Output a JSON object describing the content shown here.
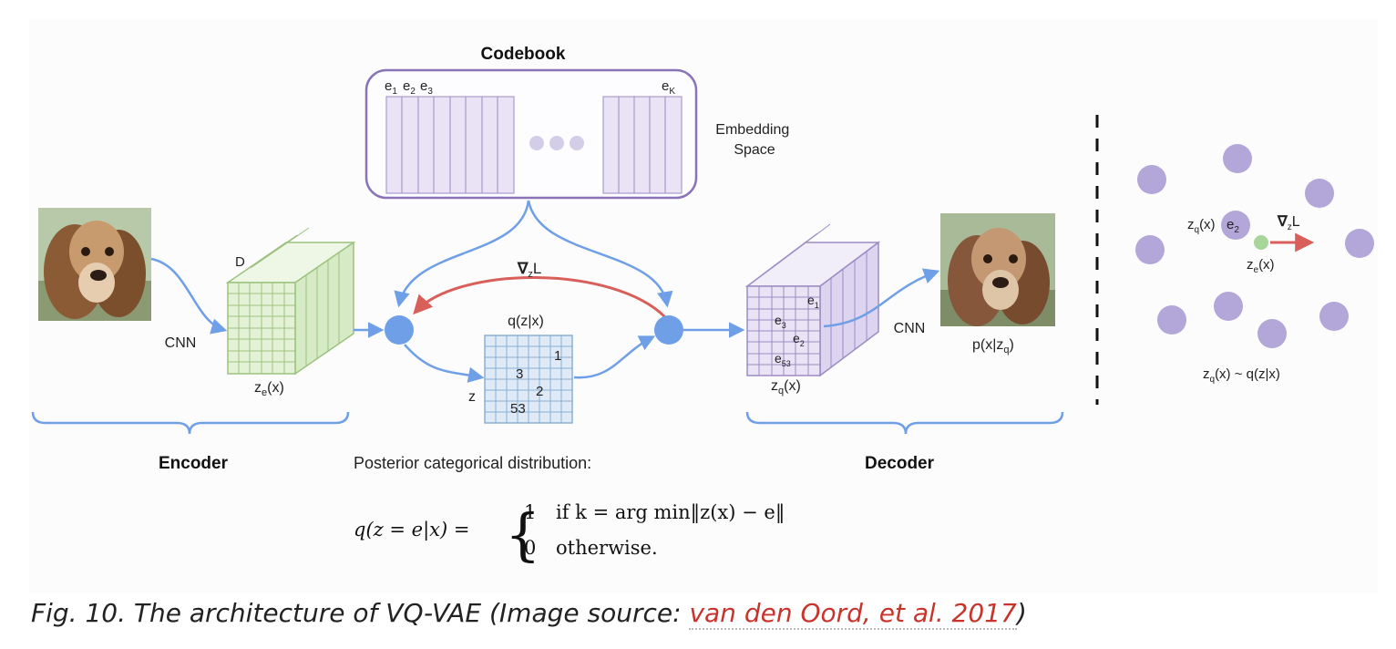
{
  "diagram": {
    "codebook_title": "Codebook",
    "embedding_space": [
      "Embedding",
      "Space"
    ],
    "codebook_labels": {
      "e1": "e",
      "e1_sub": "1",
      "e2": "e",
      "e2_sub": "2",
      "e3": "e",
      "e3_sub": "3",
      "eK": "e",
      "eK_sub": "K"
    },
    "encoder": {
      "cnn": "CNN",
      "d_label": "D",
      "ze_main": "z",
      "ze_sub": "e",
      "ze_tail": "(x)",
      "section": "Encoder"
    },
    "grad": {
      "nabla": "∇",
      "sub": "z",
      "L": "L"
    },
    "qzx": {
      "title": "q(z|x)",
      "z": "z",
      "cells": [
        "1",
        "3",
        "2",
        "53"
      ]
    },
    "decoder": {
      "e1": "e",
      "e1_sub": "1",
      "e3": "e",
      "e3_sub": "3",
      "e2": "e",
      "e2_sub": "2",
      "e53": "e",
      "e53_sub": "53",
      "zq_main": "z",
      "zq_sub": "q",
      "zq_tail": "(x)",
      "cnn": "CNN",
      "p_main": "p(x|z",
      "p_sub": "q",
      "p_tail": ")",
      "section": "Decoder"
    },
    "posterior_label": "Posterior categorical distribution:",
    "formula": {
      "lhs": "q(z = e|x) =",
      "case1_val": "1",
      "case1_cond": "if k = arg min‖z(x) − e‖",
      "case2_val": "0",
      "case2_cond": "otherwise."
    },
    "right_panel": {
      "zq_main": "z",
      "zq_sub": "q",
      "zq_tail": "(x)",
      "e2_main": "e",
      "e2_sub": "2",
      "ze_main": "z",
      "ze_sub": "e",
      "ze_tail": "(x)",
      "grad_nabla": "∇",
      "grad_sub": "z",
      "grad_L": "L",
      "bottom_main": "z",
      "bottom_sub": "q",
      "bottom_tail": "(x) ~ q(z|x)"
    }
  },
  "caption": {
    "prefix": "Fig. 10. The architecture of VQ-VAE (Image source: ",
    "link": "van den Oord, et al. 2017",
    "suffix": ")"
  },
  "colors": {
    "blue_arrow": "#6f9fe6",
    "red_arrow": "#d9605a",
    "purple": "#8a74b8",
    "purple_fill": "#e9e3f5",
    "green_fill": "#e3f1d6",
    "blue_grid": "#dfeaf6",
    "dot": "#b3a6d8",
    "green_dot": "#a8d59a"
  }
}
